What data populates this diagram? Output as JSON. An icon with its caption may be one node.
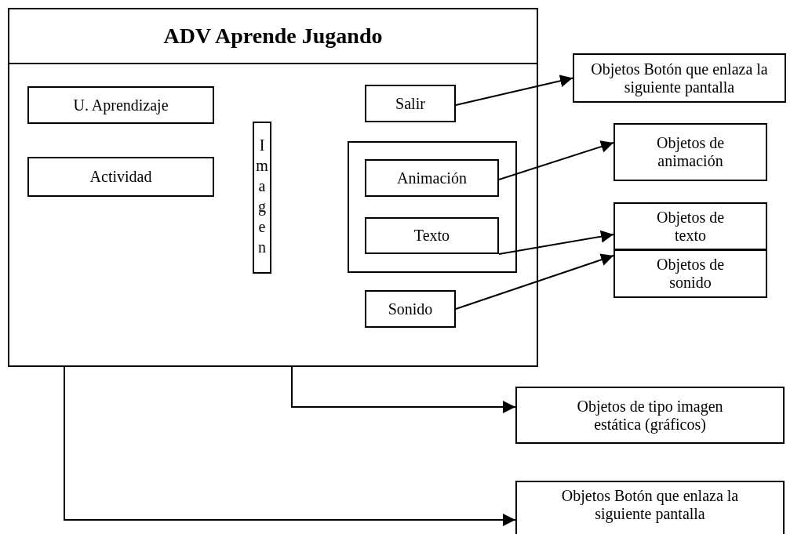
{
  "diagram": {
    "nodes": [
      {
        "text": [
          "ADV Aprende Jugando"
        ]
      },
      {
        "text": [
          "U. Aprendizaje"
        ],
        "in": 0
      },
      {
        "text": [
          "Actividad"
        ],
        "in": 0
      },
      {
        "text": [
          "Imagen"
        ],
        "in": 0
      },
      {
        "text": [
          "Salir"
        ],
        "in": 0
      },
      {
        "text": [],
        "shape": "box",
        "in": 0
      },
      {
        "text": [
          "Animación"
        ],
        "in": 5
      },
      {
        "text": [
          "Texto"
        ],
        "in": 5
      },
      {
        "text": [
          "Sonido"
        ],
        "in": 0
      },
      {
        "text": [
          "Objetos Botón que enlaza la siguiente pantalla"
        ]
      },
      {
        "text": [
          "Objetos de animación"
        ]
      },
      {
        "text": [
          "Objetos de texto"
        ]
      },
      {
        "text": [
          "Objetos de sonido"
        ]
      },
      {
        "text": [
          "Objetos de tipo imagen estática (gráficos)"
        ]
      },
      {
        "text": [
          "Objetos Botón que enlaza la siguiente pantalla"
        ]
      }
    ],
    "edges": [
      {
        "from": 4,
        "to": 9,
        "arrow": "to"
      },
      {
        "from": 6,
        "to": 10,
        "arrow": "to"
      },
      {
        "from": 7,
        "to": 11,
        "arrow": "to"
      },
      {
        "from": 8,
        "to": 12,
        "arrow": "to"
      },
      {
        "from": 0,
        "to": 13,
        "arrow": "to"
      },
      {
        "from": 0,
        "to": 14,
        "arrow": "to"
      }
    ]
  }
}
